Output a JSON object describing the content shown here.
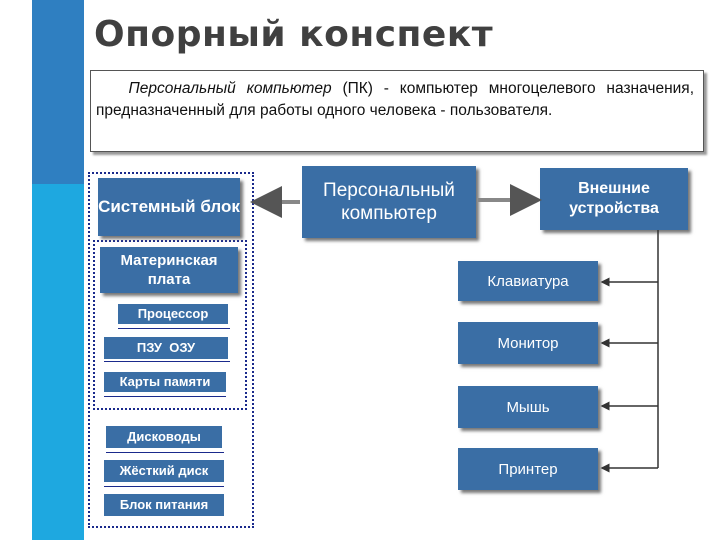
{
  "title": "Опорный конспект",
  "definition": {
    "term": "Персональный компьютер",
    "abbr": "(ПК)",
    "rest": " - компьютер многоцелевого назначения, предназначенный для работы одного человека - пользователя."
  },
  "system_block": {
    "label": "Системный блок",
    "motherboard": "Материнская плата",
    "items_inner": [
      "Процессор",
      "ПЗУ  ОЗУ",
      "Карты памяти"
    ],
    "items_outer": [
      "Дисководы",
      "Жёсткий диск",
      "Блок питания"
    ]
  },
  "pc": {
    "label": "Персональный компьютер"
  },
  "external": {
    "label": "Внешние устройства",
    "devices": [
      "Клавиатура",
      "Монитор",
      "Мышь",
      "Принтер"
    ]
  },
  "colors": {
    "box": "#3a6ea5",
    "sidebar_top": "#2f7fc1",
    "sidebar_bottom": "#1ea8e0",
    "dotted": "#1a2a8c"
  }
}
